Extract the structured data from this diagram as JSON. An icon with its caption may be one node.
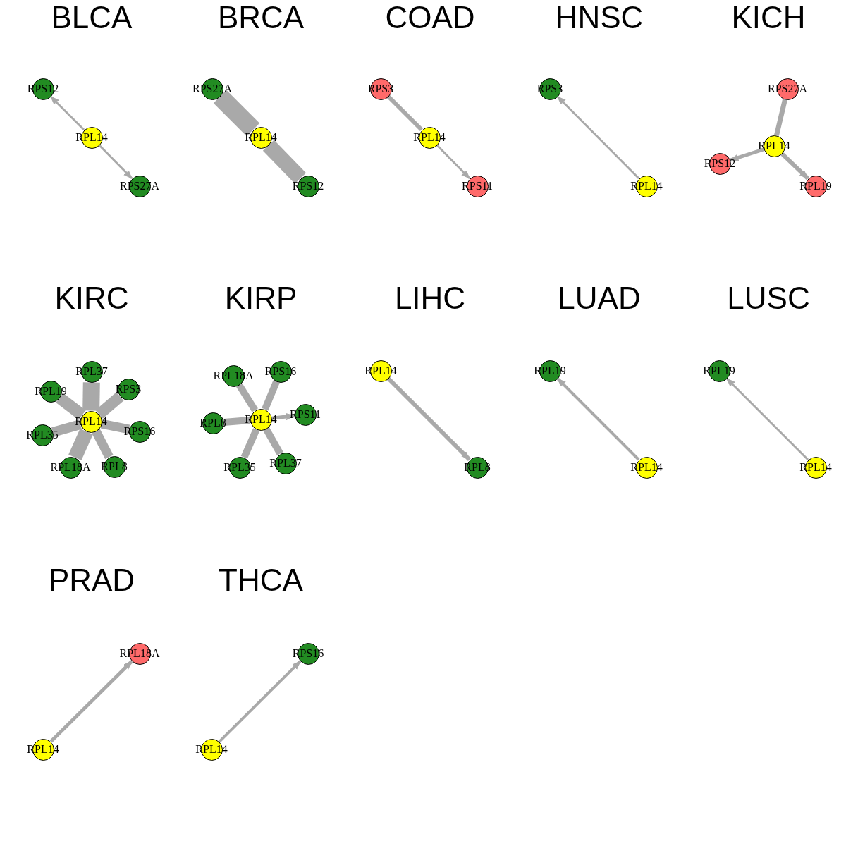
{
  "diagram": {
    "nodes": [
      {
        "text": [
          "RPS12"
        ]
      },
      {
        "text": [
          "RPL14"
        ]
      },
      {
        "text": [
          "RPS27A"
        ]
      },
      {
        "text": [
          "RPS27A"
        ]
      },
      {
        "text": [
          "RPL14"
        ]
      },
      {
        "text": [
          "RPS12"
        ]
      },
      {
        "text": [
          "RPS3"
        ]
      },
      {
        "text": [
          "RPL14"
        ]
      },
      {
        "text": [
          "RPS11"
        ]
      },
      {
        "text": [
          "RPS3"
        ]
      },
      {
        "text": [
          "RPL14"
        ]
      },
      {
        "text": [
          "RPS27A"
        ]
      },
      {
        "text": [
          "RPL14"
        ]
      },
      {
        "text": [
          "RPS12"
        ]
      },
      {
        "text": [
          "RPL19"
        ]
      },
      {
        "text": [
          "RPL37"
        ]
      },
      {
        "text": [
          "RPL19"
        ]
      },
      {
        "text": [
          "RPS3"
        ]
      },
      {
        "text": [
          "RPL35"
        ]
      },
      {
        "text": [
          "RPL14"
        ]
      },
      {
        "text": [
          "RPS16"
        ]
      },
      {
        "text": [
          "RPL18A"
        ]
      },
      {
        "text": [
          "RPL8"
        ]
      },
      {
        "text": [
          "RPL18A"
        ]
      },
      {
        "text": [
          "RPS16"
        ]
      },
      {
        "text": [
          "RPL8"
        ]
      },
      {
        "text": [
          "RPL14"
        ]
      },
      {
        "text": [
          "RPS11"
        ]
      },
      {
        "text": [
          "RPL35"
        ]
      },
      {
        "text": [
          "RPL37"
        ]
      },
      {
        "text": [
          "RPL14"
        ]
      },
      {
        "text": [
          "RPL8"
        ]
      },
      {
        "text": [
          "RPL19"
        ]
      },
      {
        "text": [
          "RPL14"
        ]
      },
      {
        "text": [
          "RPL19"
        ]
      },
      {
        "text": [
          "RPL14"
        ]
      },
      {
        "text": [
          "RPL18A"
        ]
      },
      {
        "text": [
          "RPL14"
        ]
      },
      {
        "text": [
          "RPS16"
        ]
      },
      {
        "text": [
          "RPL14"
        ]
      }
    ],
    "edges": [
      {
        "from": 1,
        "to": 0,
        "arrow": "to"
      },
      {
        "from": 1,
        "to": 2,
        "arrow": "to"
      },
      {
        "from": 4,
        "to": 3,
        "arrow": "none",
        "style": "thick"
      },
      {
        "from": 4,
        "to": 5,
        "arrow": "none",
        "style": "thick"
      },
      {
        "from": 7,
        "to": 6,
        "arrow": "none"
      },
      {
        "from": 7,
        "to": 8,
        "arrow": "to"
      },
      {
        "from": 10,
        "to": 9,
        "arrow": "to"
      },
      {
        "from": 12,
        "to": 11,
        "arrow": "none"
      },
      {
        "from": 12,
        "to": 13,
        "arrow": "to"
      },
      {
        "from": 12,
        "to": 14,
        "arrow": "to"
      },
      {
        "from": 19,
        "to": 15,
        "arrow": "none",
        "style": "thick"
      },
      {
        "from": 19,
        "to": 16,
        "arrow": "none",
        "style": "thick"
      },
      {
        "from": 19,
        "to": 17,
        "arrow": "none",
        "style": "thick"
      },
      {
        "from": 19,
        "to": 18,
        "arrow": "none",
        "style": "thick"
      },
      {
        "from": 19,
        "to": 20,
        "arrow": "none",
        "style": "thick"
      },
      {
        "from": 19,
        "to": 21,
        "arrow": "none",
        "style": "thick"
      },
      {
        "from": 19,
        "to": 22,
        "arrow": "none",
        "style": "thick"
      },
      {
        "from": 26,
        "to": 23,
        "arrow": "none"
      },
      {
        "from": 26,
        "to": 24,
        "arrow": "none"
      },
      {
        "from": 26,
        "to": 25,
        "arrow": "none"
      },
      {
        "from": 26,
        "to": 27,
        "arrow": "to"
      },
      {
        "from": 26,
        "to": 28,
        "arrow": "none"
      },
      {
        "from": 26,
        "to": 29,
        "arrow": "none"
      },
      {
        "from": 30,
        "to": 31,
        "arrow": "to"
      },
      {
        "from": 33,
        "to": 32,
        "arrow": "to"
      },
      {
        "from": 35,
        "to": 34,
        "arrow": "to"
      },
      {
        "from": 37,
        "to": 36,
        "arrow": "to"
      },
      {
        "from": 39,
        "to": 38,
        "arrow": "to"
      }
    ],
    "labels": [
      "BLCA",
      "BRCA",
      "COAD",
      "HNSC",
      "KICH",
      "KIRC",
      "KIRP",
      "LIHC",
      "LUAD",
      "LUSC",
      "PRAD",
      "THCA"
    ]
  }
}
